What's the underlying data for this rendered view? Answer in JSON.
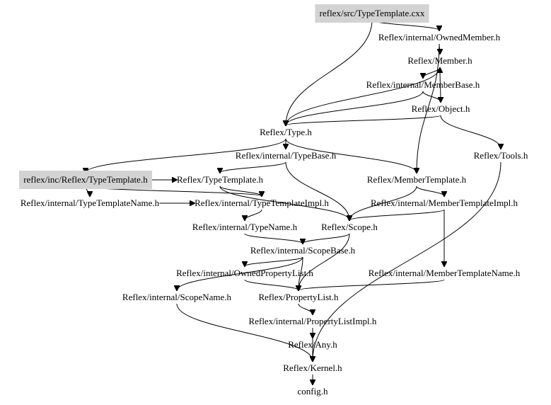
{
  "diagram": {
    "type": "include-dependency-graph",
    "nodes": [
      {
        "id": "src_tt",
        "label": "reflex/src/TypeTemplate.cxx",
        "highlight": true
      },
      {
        "id": "ownedmember",
        "label": "Reflex/internal/OwnedMember.h"
      },
      {
        "id": "member",
        "label": "Reflex/Member.h"
      },
      {
        "id": "memberbase",
        "label": "Reflex/internal/MemberBase.h"
      },
      {
        "id": "object",
        "label": "Reflex/Object.h"
      },
      {
        "id": "type",
        "label": "Reflex/Type.h"
      },
      {
        "id": "tools",
        "label": "Reflex/Tools.h"
      },
      {
        "id": "typebase",
        "label": "Reflex/internal/TypeBase.h"
      },
      {
        "id": "inc_tt",
        "label": "reflex/inc/Reflex/TypeTemplate.h",
        "highlight": true
      },
      {
        "id": "typetemplate",
        "label": "Reflex/TypeTemplate.h"
      },
      {
        "id": "membertemplate",
        "label": "Reflex/MemberTemplate.h"
      },
      {
        "id": "ttname",
        "label": "Reflex/internal/TypeTemplateName.h"
      },
      {
        "id": "ttimpl",
        "label": "Reflex/internal/TypeTemplateImpl.h"
      },
      {
        "id": "mtimpl",
        "label": "Reflex/internal/MemberTemplateImpl.h"
      },
      {
        "id": "typename",
        "label": "Reflex/internal/TypeName.h"
      },
      {
        "id": "scope",
        "label": "Reflex/Scope.h"
      },
      {
        "id": "scopebase",
        "label": "Reflex/internal/ScopeBase.h"
      },
      {
        "id": "ownedproplist",
        "label": "Reflex/internal/OwnedPropertyList.h"
      },
      {
        "id": "mtname",
        "label": "Reflex/internal/MemberTemplateName.h"
      },
      {
        "id": "scopename",
        "label": "Reflex/internal/ScopeName.h"
      },
      {
        "id": "proplist",
        "label": "Reflex/PropertyList.h"
      },
      {
        "id": "proplistimpl",
        "label": "Reflex/internal/PropertyListImpl.h"
      },
      {
        "id": "any",
        "label": "Reflex/Any.h"
      },
      {
        "id": "kernel",
        "label": "Reflex/Kernel.h"
      },
      {
        "id": "config",
        "label": "config.h"
      }
    ],
    "edges": [
      [
        "src_tt",
        "ownedmember"
      ],
      [
        "src_tt",
        "type"
      ],
      [
        "ownedmember",
        "member"
      ],
      [
        "ownedmember",
        "membertemplate"
      ],
      [
        "member",
        "memberbase"
      ],
      [
        "member",
        "type"
      ],
      [
        "memberbase",
        "object"
      ],
      [
        "memberbase",
        "type"
      ],
      [
        "object",
        "type"
      ],
      [
        "object",
        "tools"
      ],
      [
        "object",
        "member"
      ],
      [
        "type",
        "typebase"
      ],
      [
        "type",
        "membertemplate"
      ],
      [
        "type",
        "inc_tt"
      ],
      [
        "typebase",
        "typetemplate"
      ],
      [
        "typebase",
        "scope"
      ],
      [
        "inc_tt",
        "ttname"
      ],
      [
        "inc_tt",
        "typetemplate"
      ],
      [
        "inc_tt",
        "ttimpl"
      ],
      [
        "typetemplate",
        "ttimpl"
      ],
      [
        "typetemplate",
        "scope"
      ],
      [
        "membertemplate",
        "mtimpl"
      ],
      [
        "membertemplate",
        "scope"
      ],
      [
        "ttname",
        "ttimpl"
      ],
      [
        "ttimpl",
        "typename"
      ],
      [
        "mtimpl",
        "scope"
      ],
      [
        "mtimpl",
        "mtname"
      ],
      [
        "typename",
        "scopebase"
      ],
      [
        "scope",
        "scopebase"
      ],
      [
        "scope",
        "proplist"
      ],
      [
        "scopebase",
        "ownedproplist"
      ],
      [
        "scopebase",
        "scopename"
      ],
      [
        "scopebase",
        "proplist"
      ],
      [
        "ownedproplist",
        "proplist"
      ],
      [
        "mtname",
        "proplist"
      ],
      [
        "scopename",
        "kernel"
      ],
      [
        "proplist",
        "proplistimpl"
      ],
      [
        "proplistimpl",
        "any"
      ],
      [
        "proplistimpl",
        "kernel"
      ],
      [
        "tools",
        "kernel"
      ],
      [
        "any",
        "kernel"
      ],
      [
        "kernel",
        "config"
      ]
    ]
  }
}
